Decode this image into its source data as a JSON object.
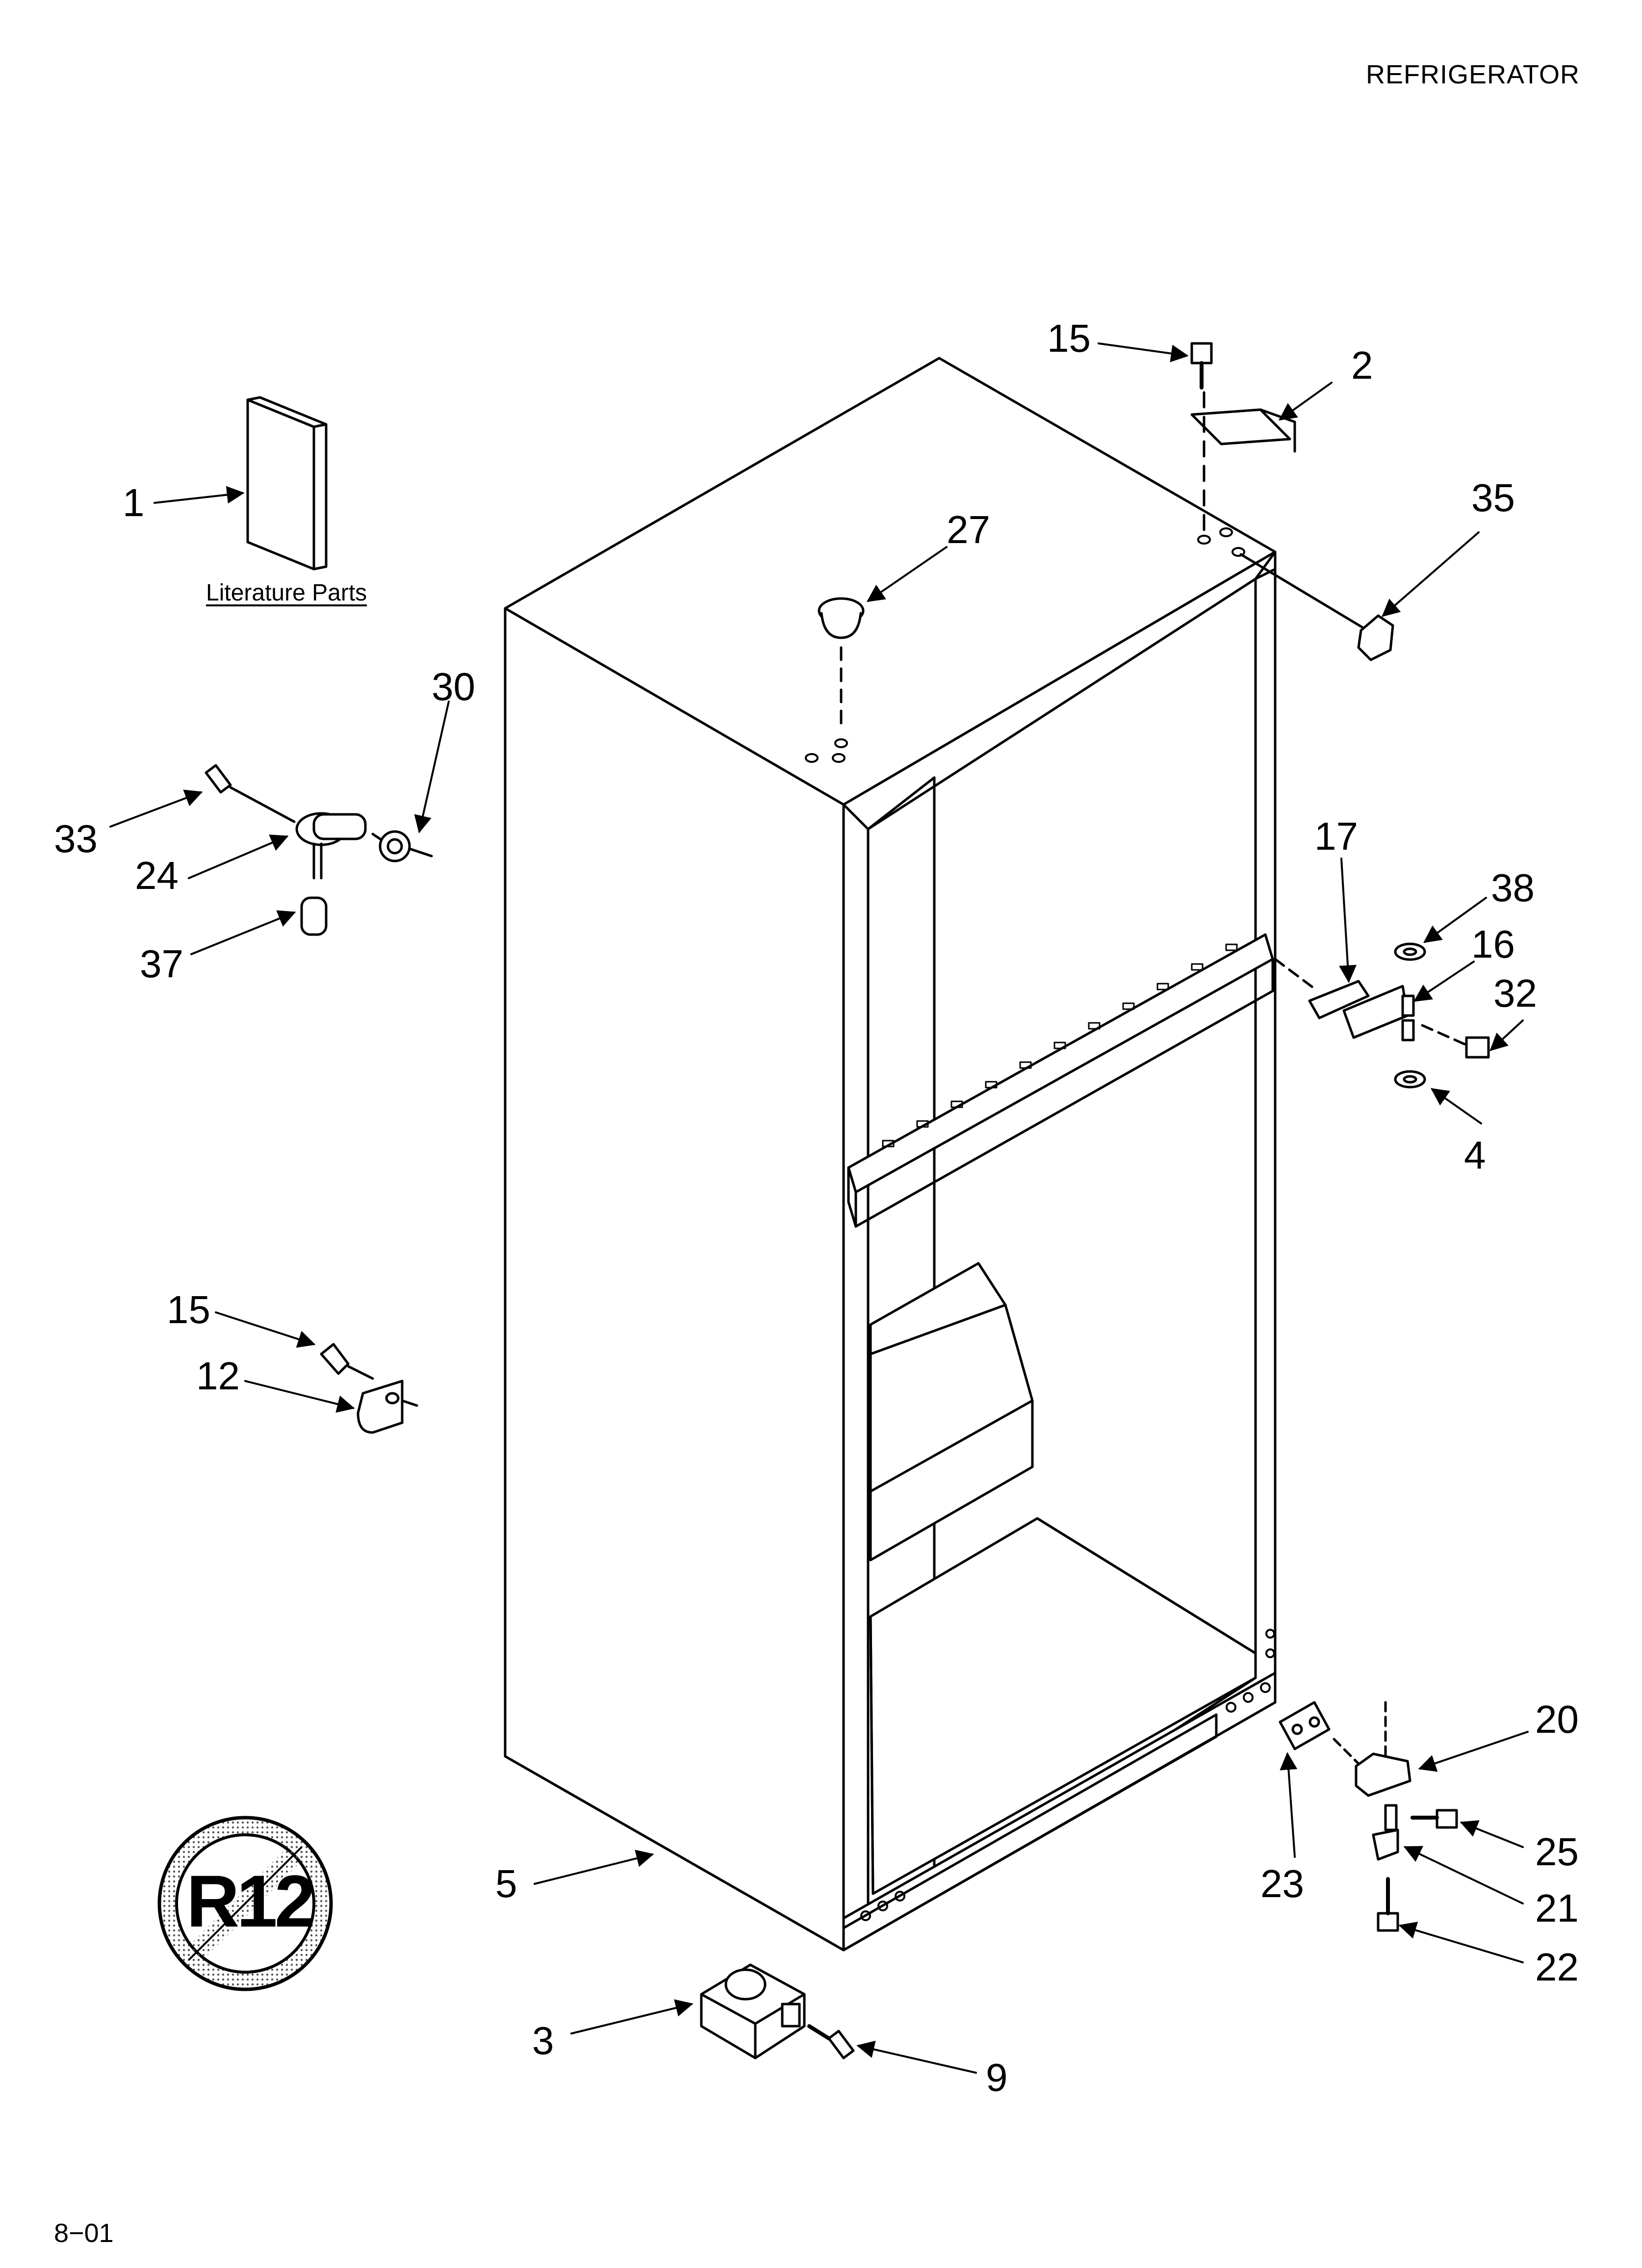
{
  "header": {
    "title": "REFRIGERATOR"
  },
  "literature": {
    "label": "Literature Parts"
  },
  "footer": {
    "code": "8−01"
  },
  "badge": {
    "text": "R12",
    "icon": "no-r12-icon"
  },
  "callouts": [
    {
      "id": "c15a",
      "text": "15"
    },
    {
      "id": "c2",
      "text": "2"
    },
    {
      "id": "c35",
      "text": "35"
    },
    {
      "id": "c1",
      "text": "1"
    },
    {
      "id": "c27",
      "text": "27"
    },
    {
      "id": "c30",
      "text": "30"
    },
    {
      "id": "c33",
      "text": "33"
    },
    {
      "id": "c24",
      "text": "24"
    },
    {
      "id": "c37",
      "text": "37"
    },
    {
      "id": "c17",
      "text": "17"
    },
    {
      "id": "c38",
      "text": "38"
    },
    {
      "id": "c16",
      "text": "16"
    },
    {
      "id": "c32",
      "text": "32"
    },
    {
      "id": "c4",
      "text": "4"
    },
    {
      "id": "c15b",
      "text": "15"
    },
    {
      "id": "c12",
      "text": "12"
    },
    {
      "id": "c20",
      "text": "20"
    },
    {
      "id": "c25",
      "text": "25"
    },
    {
      "id": "c23",
      "text": "23"
    },
    {
      "id": "c21",
      "text": "21"
    },
    {
      "id": "c22",
      "text": "22"
    },
    {
      "id": "c5",
      "text": "5"
    },
    {
      "id": "c3",
      "text": "3"
    },
    {
      "id": "c9",
      "text": "9"
    }
  ]
}
